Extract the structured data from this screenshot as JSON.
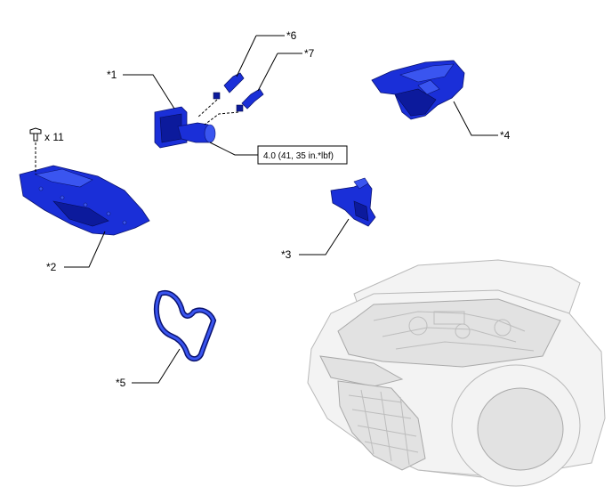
{
  "callouts": {
    "c1": "*1",
    "c2": "*2",
    "c3": "*3",
    "c4": "*4",
    "c5": "*5",
    "c6": "*6",
    "c7": "*7"
  },
  "bolt_qty": "x 11",
  "torque_spec": "4.0 (41, 35 in.*lbf)",
  "colors": {
    "part_highlight": "#1a2fd8",
    "vehicle_ghost": "#f3f3f3",
    "leader_line": "#000000"
  }
}
